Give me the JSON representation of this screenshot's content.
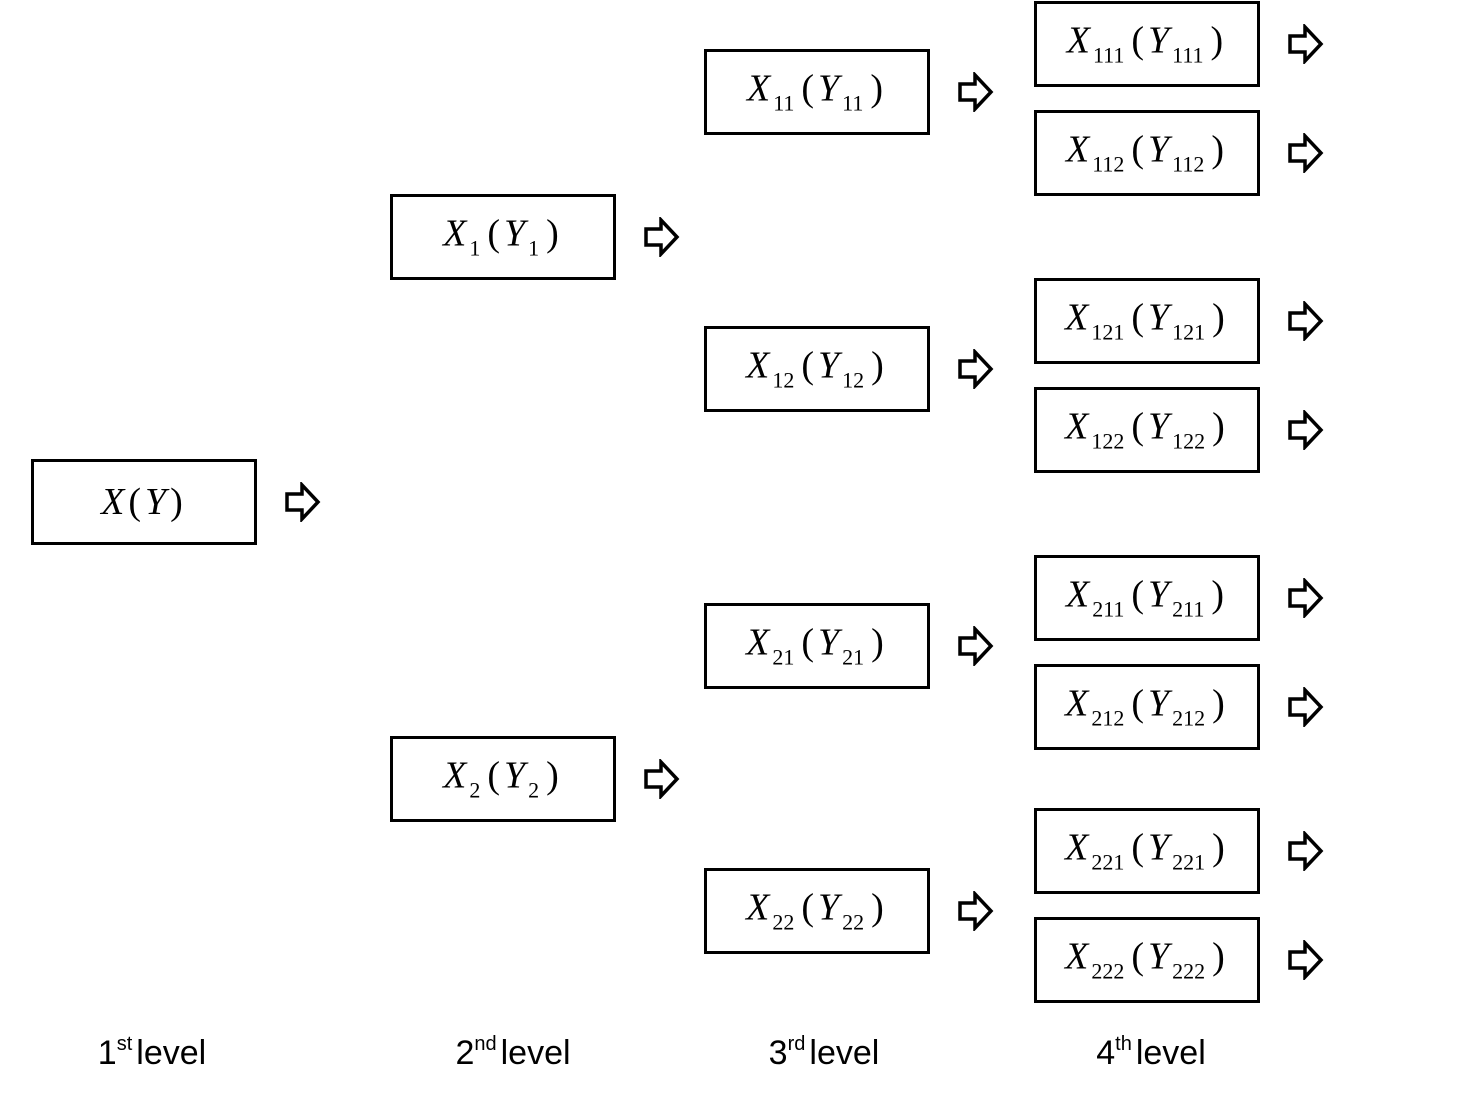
{
  "levels": [
    {
      "number": "1",
      "suffix": "st",
      "word": "level"
    },
    {
      "number": "2",
      "suffix": "nd",
      "word": "level"
    },
    {
      "number": "3",
      "suffix": "rd",
      "word": "level"
    },
    {
      "number": "4",
      "suffix": "th",
      "word": "level"
    }
  ],
  "nodes": [
    {
      "level": 1,
      "var": "X",
      "paren_var": "Y",
      "subscript": ""
    },
    {
      "level": 2,
      "var": "X",
      "paren_var": "Y",
      "subscript": "1"
    },
    {
      "level": 2,
      "var": "X",
      "paren_var": "Y",
      "subscript": "2"
    },
    {
      "level": 3,
      "var": "X",
      "paren_var": "Y",
      "subscript": "11"
    },
    {
      "level": 3,
      "var": "X",
      "paren_var": "Y",
      "subscript": "12"
    },
    {
      "level": 3,
      "var": "X",
      "paren_var": "Y",
      "subscript": "21"
    },
    {
      "level": 3,
      "var": "X",
      "paren_var": "Y",
      "subscript": "22"
    },
    {
      "level": 4,
      "var": "X",
      "paren_var": "Y",
      "subscript": "111"
    },
    {
      "level": 4,
      "var": "X",
      "paren_var": "Y",
      "subscript": "112"
    },
    {
      "level": 4,
      "var": "X",
      "paren_var": "Y",
      "subscript": "121"
    },
    {
      "level": 4,
      "var": "X",
      "paren_var": "Y",
      "subscript": "122"
    },
    {
      "level": 4,
      "var": "X",
      "paren_var": "Y",
      "subscript": "211"
    },
    {
      "level": 4,
      "var": "X",
      "paren_var": "Y",
      "subscript": "212"
    },
    {
      "level": 4,
      "var": "X",
      "paren_var": "Y",
      "subscript": "221"
    },
    {
      "level": 4,
      "var": "X",
      "paren_var": "Y",
      "subscript": "222"
    }
  ]
}
